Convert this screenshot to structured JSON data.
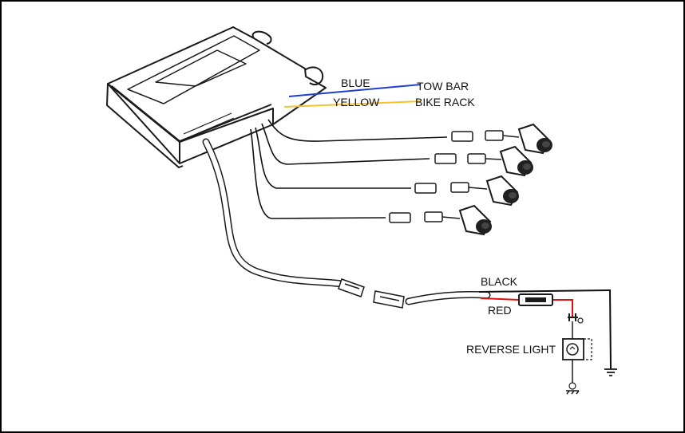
{
  "labels": {
    "blue": "BLUE",
    "yellow": "YELLOW",
    "tow_bar": "TOW BAR",
    "bike_rack": "BIKE RACK",
    "black": "BLACK",
    "red": "RED",
    "reverse_light": "REVERSE LIGHT"
  },
  "colors": {
    "blue_wire": "#1f3fd0",
    "yellow_wire": "#f2c230",
    "red_wire": "#e01010",
    "black_wire": "#111111",
    "outline": "#1a1a1a",
    "sensor": "#202020"
  },
  "icons": {
    "ground": "ground-symbol-icon",
    "sensor": "parking-sensor-icon",
    "bulb": "reverse-bulb-icon"
  }
}
